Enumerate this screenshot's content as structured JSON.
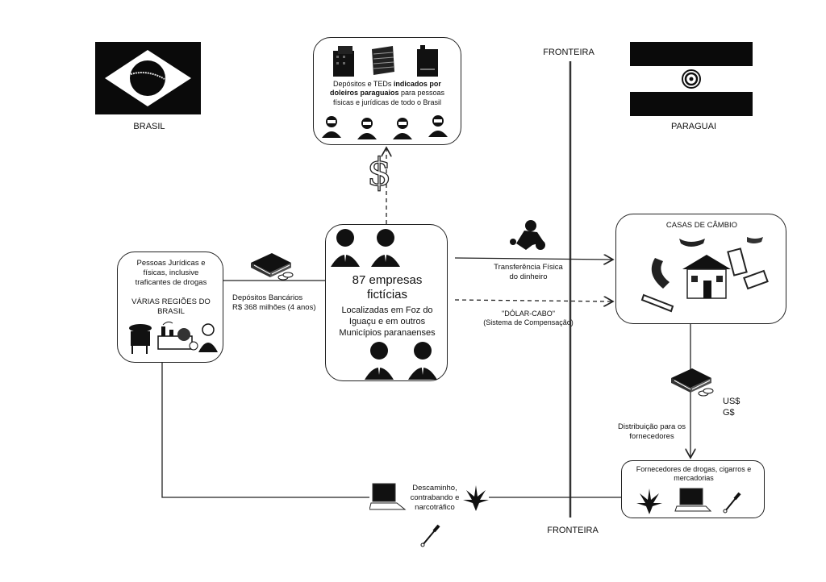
{
  "flags": {
    "brasil": {
      "label": "BRASIL"
    },
    "paraguai": {
      "label": "PARAGUAI"
    }
  },
  "border": {
    "top_label": "FRONTEIRA",
    "bottom_label": "FRONTEIRA"
  },
  "doleiros_box": {
    "text_part1": "Depósitos e TEDs ",
    "text_bold": "indicados por doleiros paraguaios",
    "text_part2": " para pessoas físicas e jurídicas de todo o Brasil",
    "icons": [
      "building-icon",
      "building-icon",
      "building-icon"
    ],
    "persons": 4
  },
  "pessoas_box": {
    "line1": "Pessoas Jurídicas e físicas, inclusive traficantes de drogas",
    "line2": "VÁRIAS REGIÕES DO BRASIL",
    "icons": [
      "farmer-icon",
      "factory-icon",
      "businessman-icon"
    ]
  },
  "depositos": {
    "line1": "Depósitos Bancários",
    "line2": "R$ 368 milhões (4 anos)"
  },
  "empresas_box": {
    "title": "87 empresas fictícias",
    "subtitle": "Localizadas em Foz do Iguaçu e em outros Municípios paranaenses",
    "persons": 4
  },
  "transferencia": {
    "line1": "Transferência Física",
    "line2": "do dinheiro"
  },
  "dolar_cabo": {
    "line1": "\"DÓLAR-CABO\"",
    "line2": "(Sistema de Compensação)"
  },
  "casas_box": {
    "title": "CASAS DE CÂMBIO"
  },
  "moedas": {
    "line1": "US$",
    "line2": "G$"
  },
  "distribuicao": {
    "line1": "Distribuição para os",
    "line2": "fornecedores"
  },
  "fornecedores_box": {
    "title": "Fornecedores de drogas, cigarros e mercadorias",
    "icons": [
      "cannabis-leaf-icon",
      "laptop-icon",
      "pen-icon"
    ]
  },
  "descaminho": {
    "line1": "Descaminho,",
    "line2": "contrabando e",
    "line3": "narcotráfico"
  }
}
